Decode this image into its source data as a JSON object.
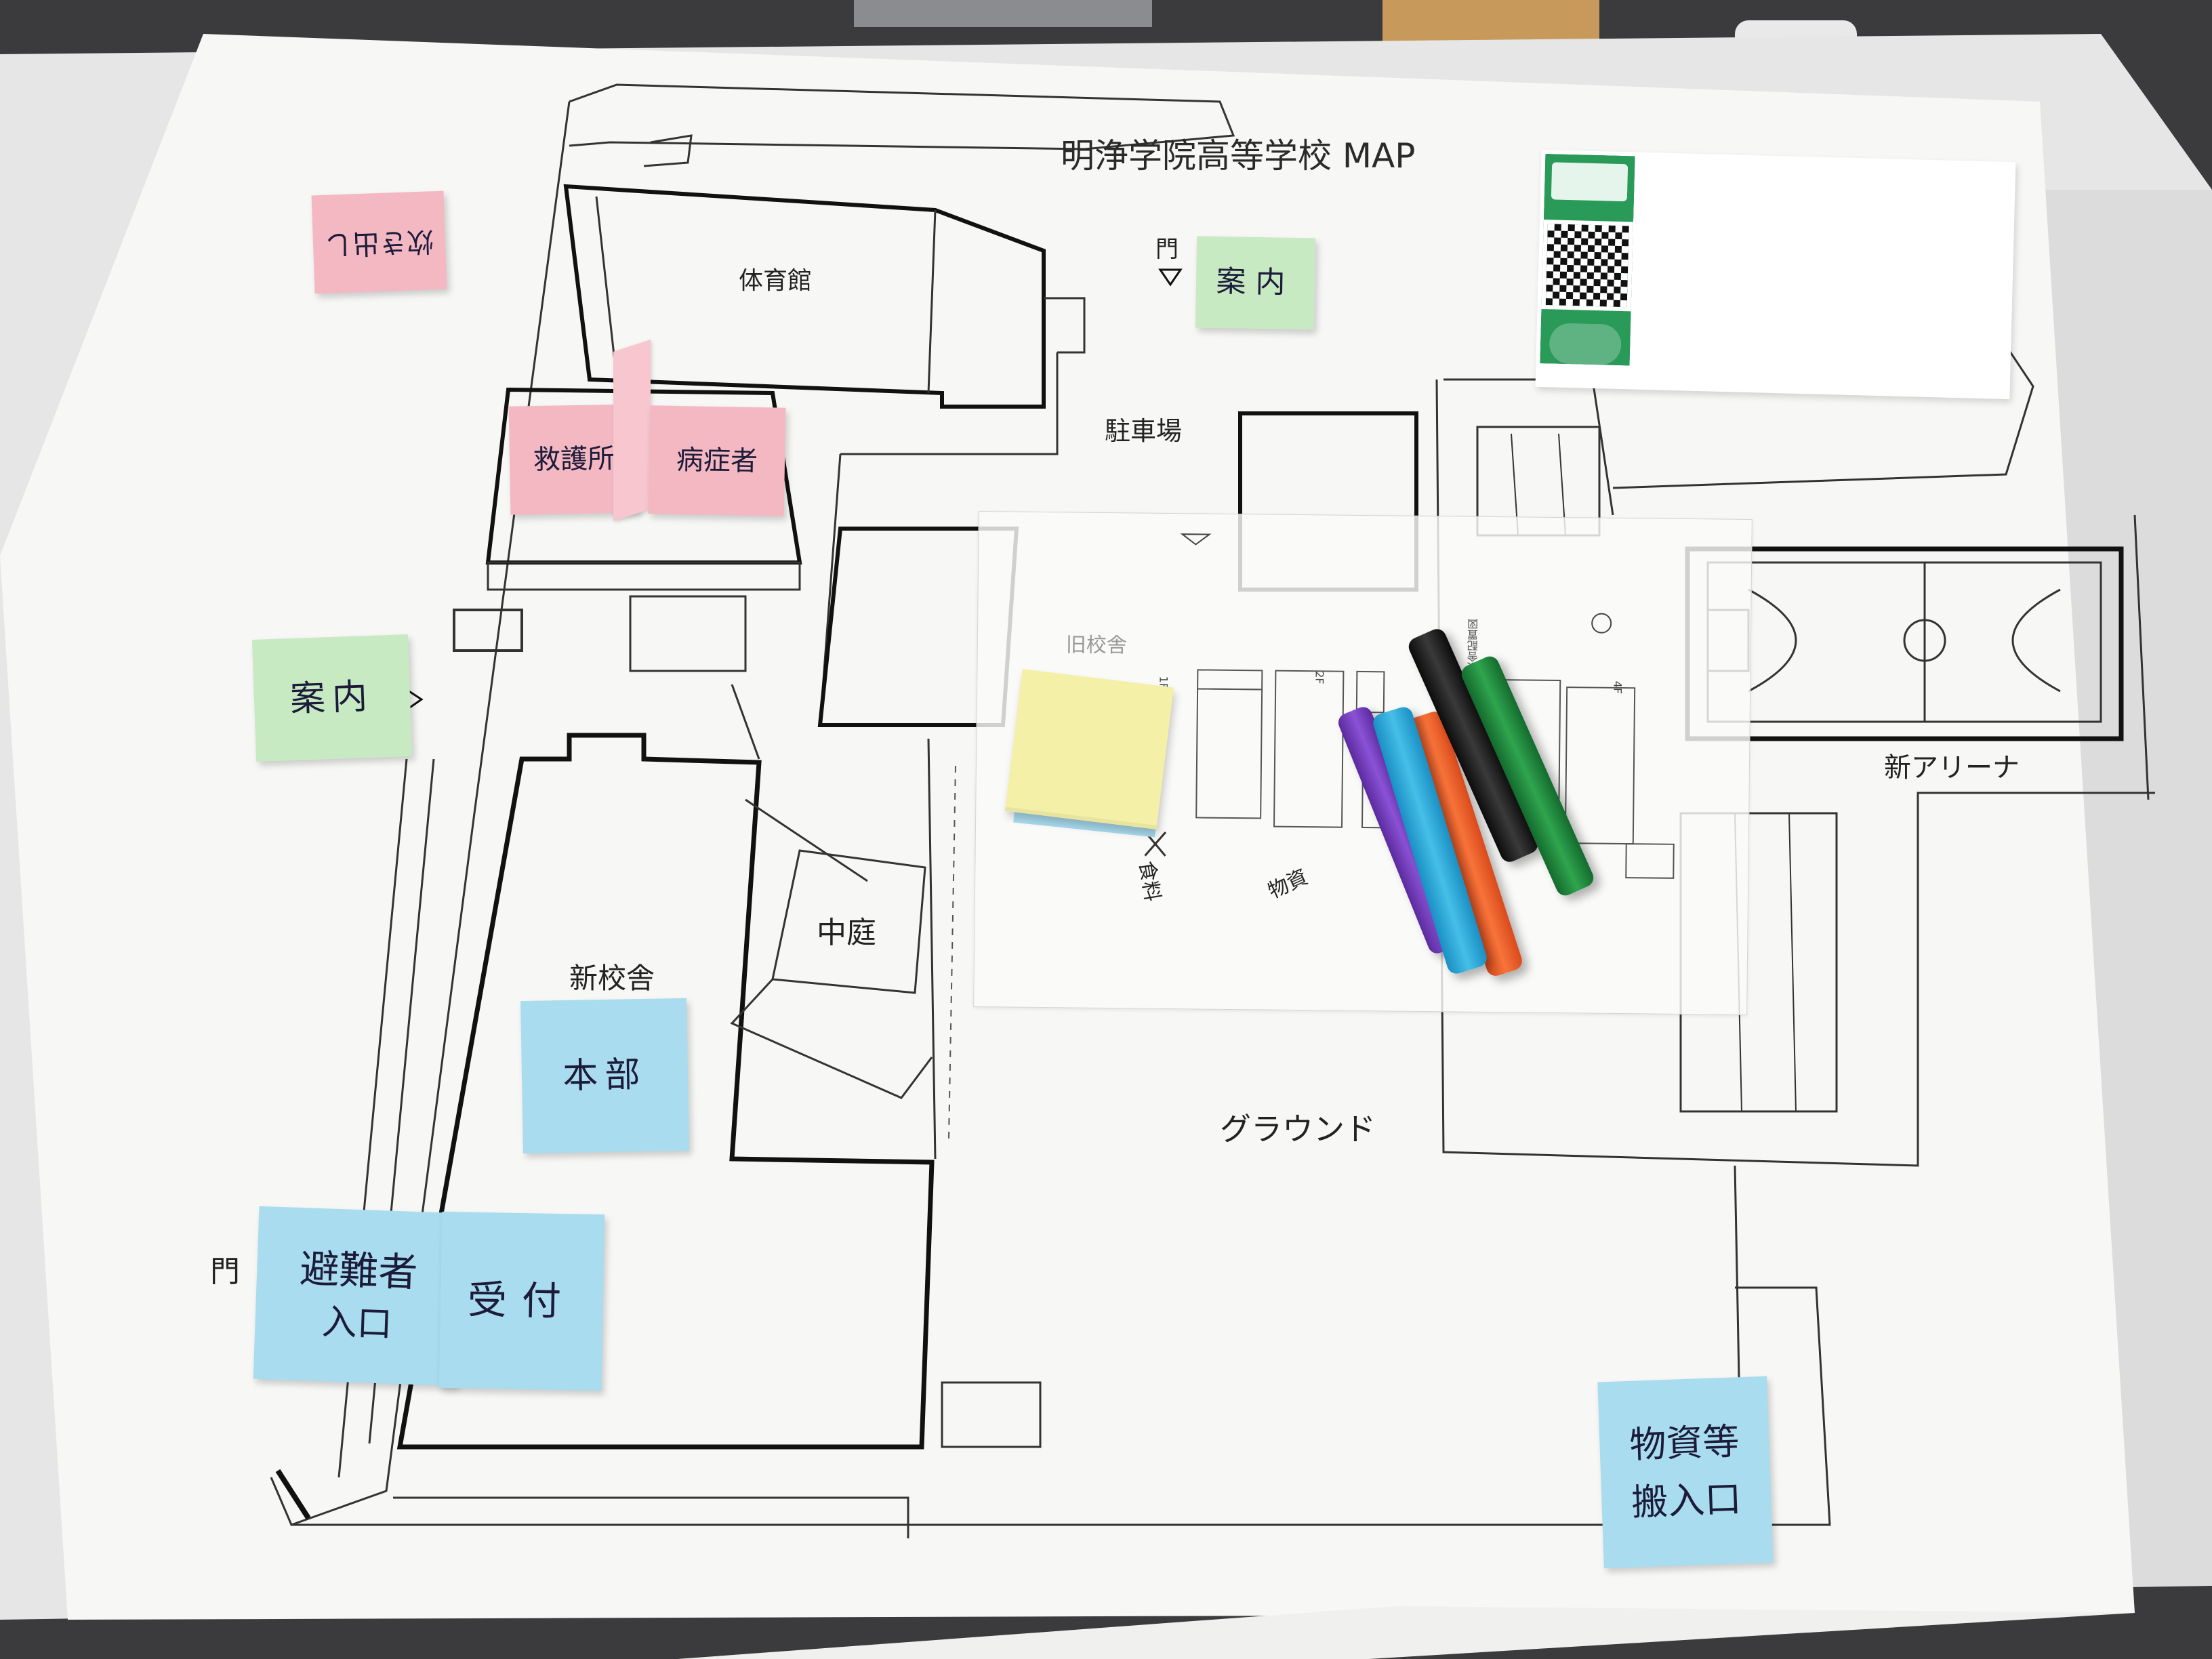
{
  "map": {
    "title": "明浄学院高等学校 MAP",
    "labels": {
      "gym": "体育館",
      "parking": "駐車場",
      "courtyard": "中庭",
      "new_building": "新校舎",
      "ground": "グラウンド",
      "new_arena": "新アリーナ",
      "gate_top": "門",
      "gate_left": "門",
      "old_building": "旧校舎"
    }
  },
  "floor_plan": {
    "floors": [
      "1F",
      "2F",
      "3F",
      "4F"
    ],
    "title": "校舎配置図"
  },
  "sticky_notes": {
    "top_left": "炊き出し",
    "gate_top": "案内",
    "left_middle": "案内",
    "first_aid_left": "救護所",
    "first_aid_right": "病症者",
    "headquarters": "本部",
    "evacuee_line1": "避難者",
    "evacuee_line2": "入口",
    "reception": "受付",
    "supplies_line1": "物資等",
    "supplies_line2": "搬入口",
    "handwritten_floor_1": "食料",
    "handwritten_floor_2": "物資"
  },
  "colors": {
    "table": "#3a3a3c",
    "paper": "#f6f6f4",
    "note_pink": "#f4b8c2",
    "note_green": "#c8eac3",
    "note_blue": "#a9dcef",
    "note_yellow": "#f4f0a8",
    "flyer_orange": "#e8822a",
    "flyer_blue": "#2a8fd6",
    "flyer_green": "#2a9a58"
  },
  "markers": [
    "purple-marker",
    "blue-marker",
    "orange-marker",
    "black-marker",
    "green-marker"
  ]
}
